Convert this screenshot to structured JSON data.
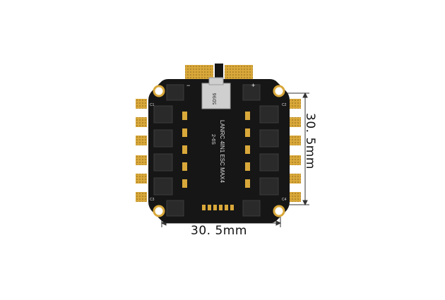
{
  "product": {
    "board_text_line1": "LANRC 4IN1 ESC MAX4",
    "board_text_line2": "2-6S",
    "chip_text": "5D96",
    "silk_plus": "+",
    "silk_minus": "−",
    "silk_c1": "C1",
    "silk_c2": "C2",
    "silk_c3": "C3",
    "silk_c4": "C4"
  },
  "dimensions": {
    "width_label": "30. 5mm",
    "height_label": "30. 5mm"
  },
  "colors": {
    "background": "#ffffff",
    "board": "#161616",
    "gold_pad": "#d9a83a",
    "dimension_line": "#333333"
  }
}
